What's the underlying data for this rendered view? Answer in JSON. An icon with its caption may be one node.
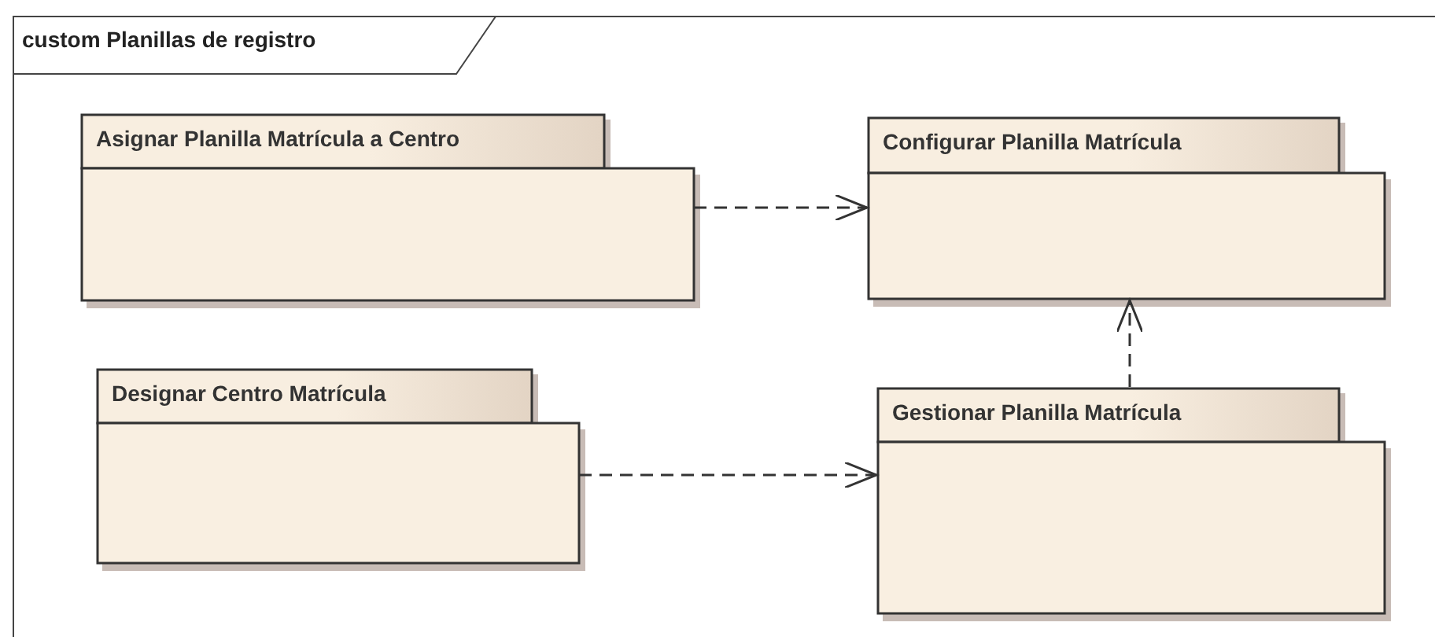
{
  "diagram": {
    "nodes": [
      {
        "text": [
          "custom Planillas de registro"
        ]
      },
      {
        "text": [
          "Asignar Planilla Matrícula a Centro"
        ],
        "in": 0
      },
      {
        "text": [
          "Configurar Planilla Matrícula"
        ],
        "in": 0
      },
      {
        "text": [
          "Designar Centro Matrícula"
        ],
        "in": 0
      },
      {
        "text": [
          "Gestionar Planilla Matrícula"
        ],
        "in": 0
      }
    ],
    "edges": [
      {
        "from": 1,
        "to": 2,
        "arrow": "to",
        "style": "dashed"
      },
      {
        "from": 3,
        "to": 4,
        "arrow": "to",
        "style": "dashed"
      },
      {
        "from": 4,
        "to": 2,
        "arrow": "to",
        "style": "dashed"
      }
    ]
  }
}
